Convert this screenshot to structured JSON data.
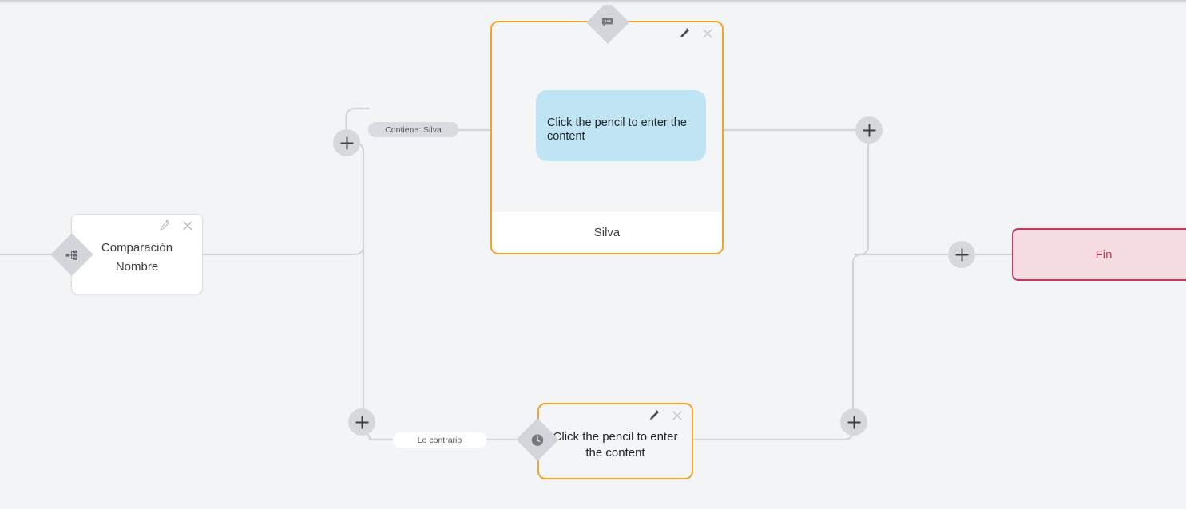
{
  "canvas": {
    "background": "#f3f4f6",
    "accent_orange": "#f5a228",
    "accent_end": "#c2395a",
    "bubble_blue": "#bfe5f5",
    "connector_grey": "#d3d5da"
  },
  "nodes": {
    "comparison": {
      "title": "Comparación",
      "subtitle": "Nombre",
      "port_icon": "branch-icon",
      "edit_icon": "pencil-icon",
      "close_icon": "close-icon"
    },
    "message": {
      "bubble_text": "Click the pencil to enter the content",
      "footer_label": "Silva",
      "port_icon": "message-icon",
      "edit_icon": "pencil-icon",
      "close_icon": "close-icon"
    },
    "wait": {
      "text": "Click the pencil to enter the content",
      "port_icon": "clock-icon",
      "edit_icon": "pencil-icon",
      "close_icon": "close-icon"
    },
    "end": {
      "label": "Fin"
    }
  },
  "edge_labels": {
    "branch_true": "Contiene: Silva",
    "branch_false": "Lo contrario"
  },
  "add_buttons": [
    {
      "id": "add-node-true-branch"
    },
    {
      "id": "add-node-false-branch"
    },
    {
      "id": "add-node-after-message"
    },
    {
      "id": "add-node-after-wait"
    },
    {
      "id": "add-node-before-end"
    }
  ]
}
